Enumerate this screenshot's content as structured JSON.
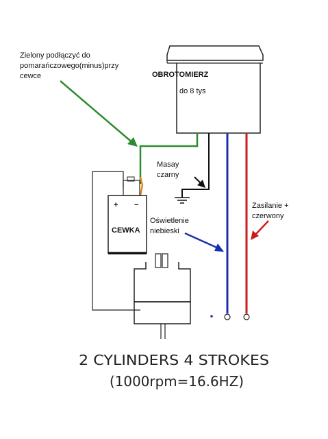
{
  "labels": {
    "green_note_line1": "Zielony podłączyć do",
    "green_note_line2": "pomarańczowego(minus)przy",
    "green_note_line3": "cewce",
    "tachometer_title": "OBROTOMIERZ",
    "tachometer_range": "do 8 tys",
    "ground_line1": "Masay",
    "ground_line2": "czarny",
    "coil_name": "CEWKA",
    "coil_plus": "+",
    "coil_minus": "−",
    "light_line1": "Oświetlenie",
    "light_line2": "niebieski",
    "power_line1": "Zasilanie +",
    "power_line2": "czerwony"
  },
  "caption": {
    "line1": "2 CYLINDERS 4 STROKES",
    "line2": "(1000rpm=16.6HZ)"
  },
  "colors": {
    "green_wire": "#2e8b2e",
    "blue_wire": "#1a2fb0",
    "red_wire": "#cc1a1a",
    "black_wire": "#111111",
    "orange_wire": "#e08a1e"
  }
}
